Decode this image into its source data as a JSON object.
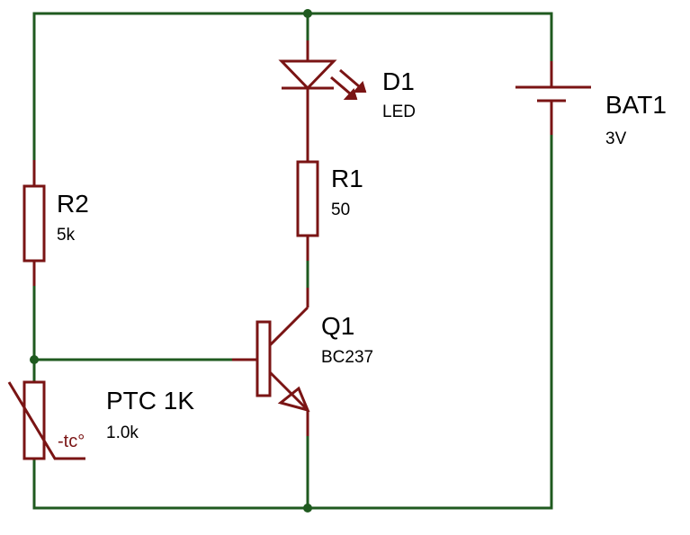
{
  "components": {
    "d1": {
      "ref": "D1",
      "value": "LED"
    },
    "bat1": {
      "ref": "BAT1",
      "value": "3V"
    },
    "r1": {
      "ref": "R1",
      "value": "50"
    },
    "r2": {
      "ref": "R2",
      "value": "5k"
    },
    "q1": {
      "ref": "Q1",
      "value": "BC237"
    },
    "ptc": {
      "ref": "PTC 1K",
      "value": "1.0k",
      "symbol_text": "-tc°"
    }
  },
  "colors": {
    "wire": "#1f5a1f",
    "component": "#7a1414",
    "text": "#000000"
  }
}
